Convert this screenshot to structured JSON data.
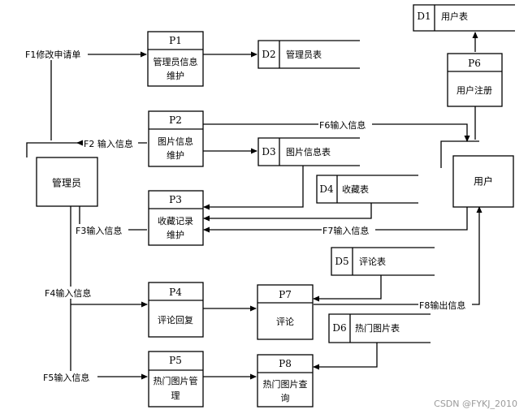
{
  "entities": {
    "admin": "管理员",
    "user": "用户"
  },
  "processes": [
    {
      "id": "P1",
      "lines": [
        "管理员信息",
        "维护"
      ]
    },
    {
      "id": "P2",
      "lines": [
        "图片信息",
        "维护"
      ]
    },
    {
      "id": "P3",
      "lines": [
        "收藏记录",
        "维护"
      ]
    },
    {
      "id": "P4",
      "lines": [
        "评论回复"
      ]
    },
    {
      "id": "P5",
      "lines": [
        "热门图片管",
        "理"
      ]
    },
    {
      "id": "P6",
      "lines": [
        "用户注册"
      ]
    },
    {
      "id": "P7",
      "lines": [
        "评论"
      ]
    },
    {
      "id": "P8",
      "lines": [
        "热门图片查",
        "询"
      ]
    }
  ],
  "stores": [
    {
      "id": "D1",
      "name": "用户表"
    },
    {
      "id": "D2",
      "name": "管理员表"
    },
    {
      "id": "D3",
      "name": "图片信息表"
    },
    {
      "id": "D4",
      "name": "收藏表"
    },
    {
      "id": "D5",
      "name": "评论表"
    },
    {
      "id": "D6",
      "name": "热门图片表"
    }
  ],
  "flows": {
    "F1": "F1修改申请单",
    "F2": "F2 输入信息",
    "F3": "F3输入信息",
    "F4": "F4输入信息",
    "F5": "F5输入信息",
    "F6": "F6输入信息",
    "F7": "F7输入信息",
    "F8": "F8输出信息"
  },
  "watermark": "CSDN @FYKJ_2010"
}
